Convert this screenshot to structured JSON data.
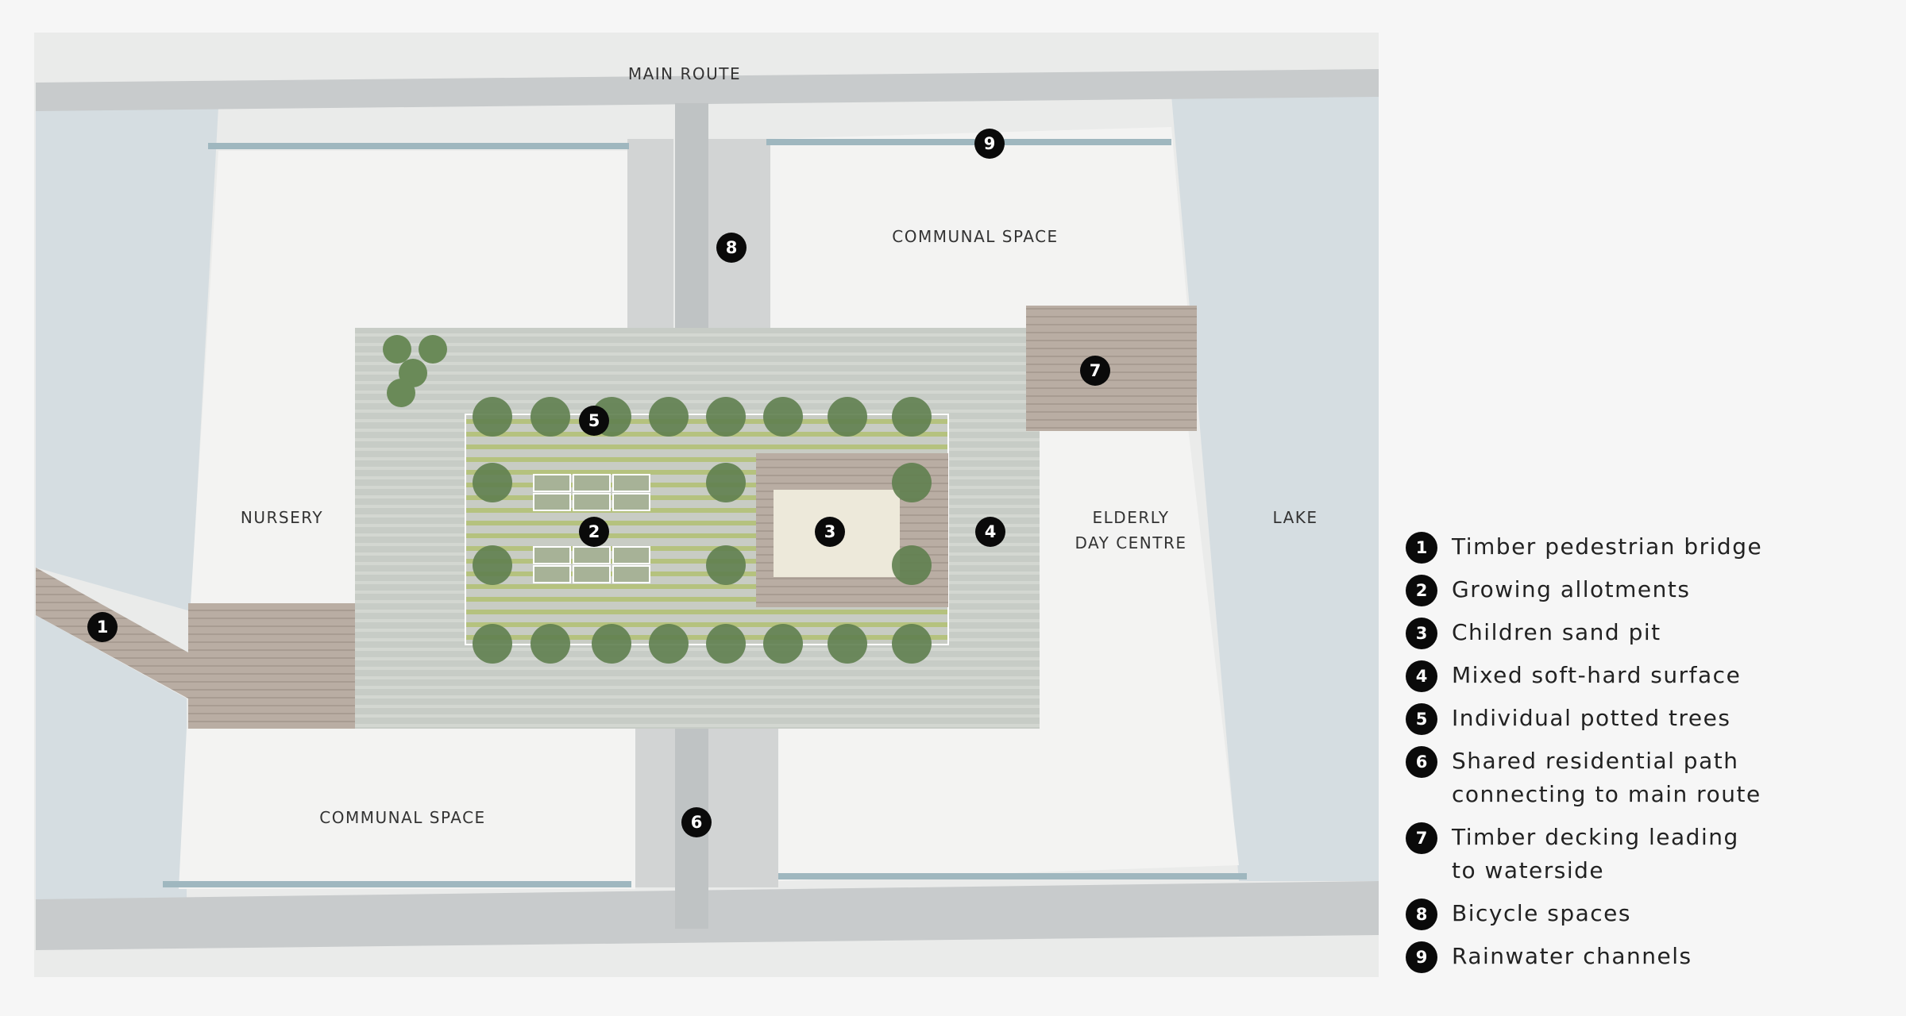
{
  "map": {
    "labels": {
      "main_route": "MAIN ROUTE",
      "communal_space_north": "COMMUNAL SPACE",
      "nursery": "NURSERY",
      "elderly_line1": "ELDERLY",
      "elderly_line2": "DAY CENTRE",
      "lake": "LAKE",
      "communal_space_south": "COMMUNAL SPACE"
    },
    "markers": [
      "1",
      "2",
      "3",
      "4",
      "5",
      "6",
      "7",
      "8",
      "9"
    ]
  },
  "legend": {
    "items": [
      {
        "num": "1",
        "text": "Timber pedestrian bridge"
      },
      {
        "num": "2",
        "text": "Growing allotments"
      },
      {
        "num": "3",
        "text": "Children sand pit"
      },
      {
        "num": "4",
        "text": "Mixed soft-hard surface"
      },
      {
        "num": "5",
        "text": "Individual potted trees"
      },
      {
        "num": "6",
        "text": "Shared residential path connecting to main route"
      },
      {
        "num": "7",
        "text": "Timber decking leading to waterside"
      },
      {
        "num": "8",
        "text": "Bicycle spaces"
      },
      {
        "num": "9",
        "text": "Rainwater channels"
      }
    ]
  },
  "colors": {
    "marker": "#0a0a0a",
    "tree": "#5f7f4f",
    "lake": "#d5dde1",
    "road": "#c8cbcc",
    "timber": "#b8aca2"
  }
}
